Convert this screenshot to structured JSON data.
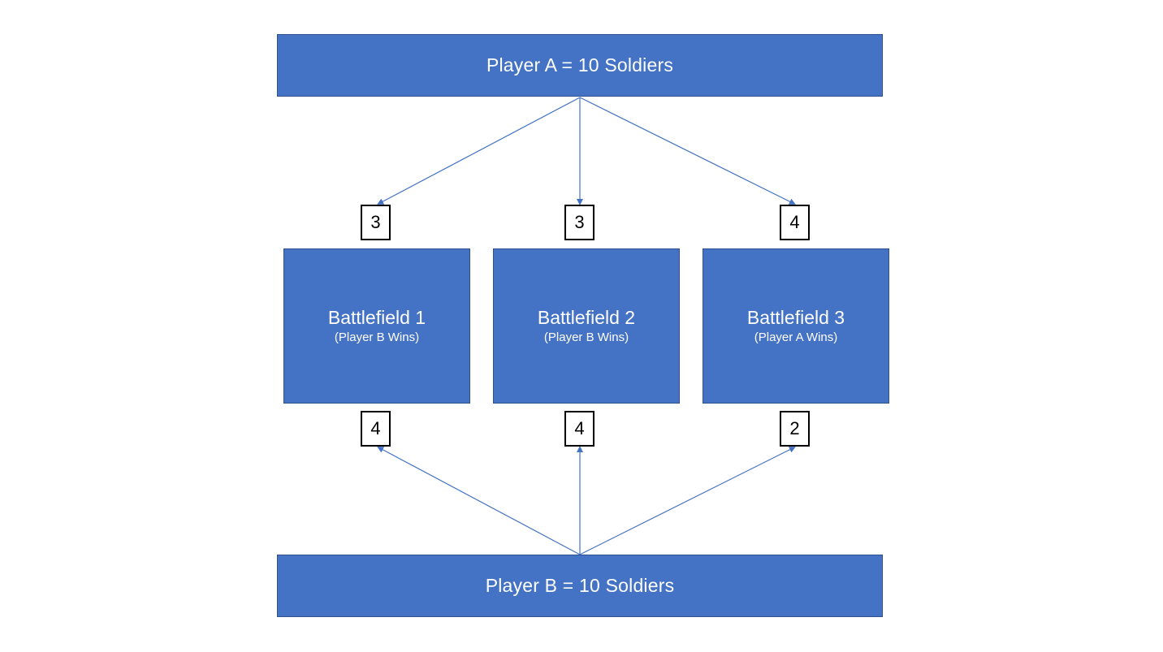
{
  "diagram": {
    "player_a": {
      "label": "Player A = 10 Soldiers"
    },
    "player_b": {
      "label": "Player B = 10 Soldiers"
    },
    "battlefields": [
      {
        "name": "Battlefield 1",
        "result": "(Player B Wins)",
        "a_soldiers": "3",
        "b_soldiers": "4"
      },
      {
        "name": "Battlefield 2",
        "result": "(Player B Wins)",
        "a_soldiers": "3",
        "b_soldiers": "4"
      },
      {
        "name": "Battlefield 3",
        "result": "(Player A Wins)",
        "a_soldiers": "4",
        "b_soldiers": "2"
      }
    ],
    "colors": {
      "box_fill": "#4472c4",
      "box_border": "#2f528f",
      "arrow": "#4472c4",
      "count_border": "#000000"
    }
  }
}
